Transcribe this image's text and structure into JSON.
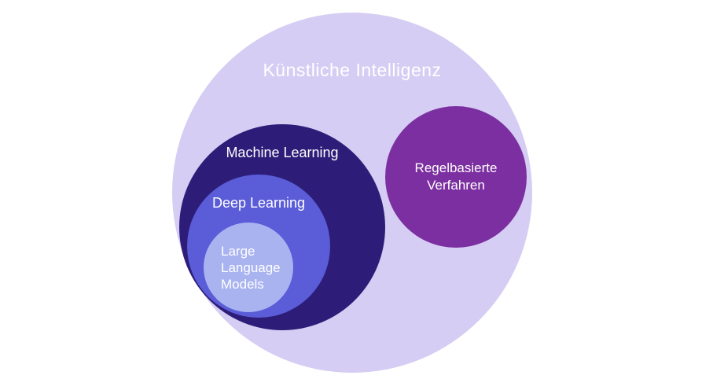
{
  "diagram": {
    "type": "euler-diagram",
    "background_color": "#ffffff",
    "text_color": "#ffffff",
    "circles": {
      "ki": {
        "label": "Künstliche Intelligenz",
        "color": "#d5cdf3",
        "contains": [
          "ml",
          "rb"
        ]
      },
      "ml": {
        "label": "Machine Learning",
        "color": "#2e1d78",
        "contains": [
          "dl"
        ]
      },
      "dl": {
        "label": "Deep Learning",
        "color": "#5a5cd8",
        "contains": [
          "llm"
        ]
      },
      "llm": {
        "label": "Large Language Models",
        "color": "#a9b3f0",
        "contains": []
      },
      "rb": {
        "label": "Regelbasierte Verfahren",
        "color": "#7c2fa0",
        "contains": []
      }
    }
  }
}
